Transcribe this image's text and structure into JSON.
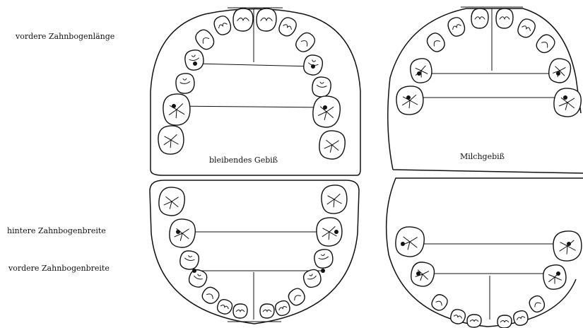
{
  "labels": {
    "anterior_arch_length": "vordere Zahnbogenlänge",
    "posterior_arch_width": "hintere Zahnbogenbreite",
    "anterior_arch_width": "vordere Zahnbogenbreite",
    "permanent_dentition": "bleibendes Gebiß",
    "primary_dentition": "Milchgebiß"
  }
}
